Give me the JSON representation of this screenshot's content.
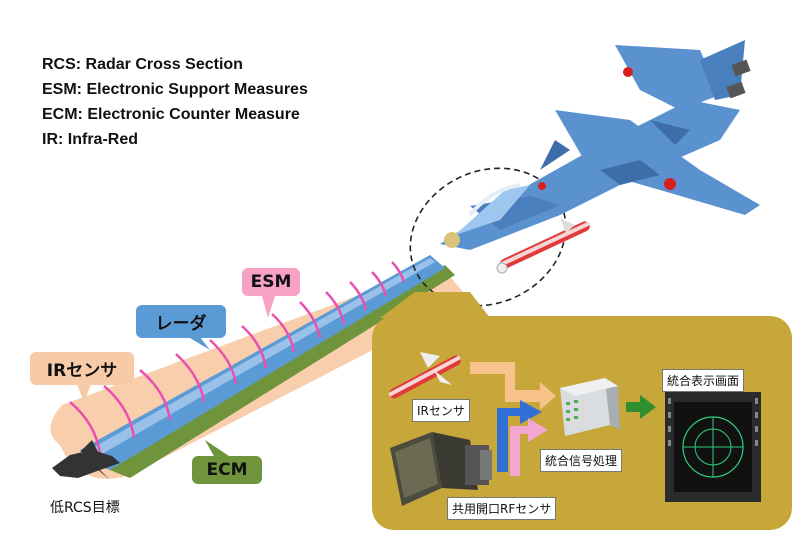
{
  "legend": {
    "rcs": "RCS: Radar Cross Section",
    "esm": "ESM: Electronic Support Measures",
    "ecm": "ECM: Electronic Counter Measure",
    "ir": "IR: Infra-Red"
  },
  "callouts": {
    "esm": "ESM",
    "radar": "レーダ",
    "ir_sensor": "IRセンサ",
    "ecm": "ECM"
  },
  "target_label": "低RCS目標",
  "panel": {
    "ir_sensor": "IRセンサ",
    "signal_processing": "統合信号処理",
    "display": "統合表示画面",
    "rf_sensor": "共用開口RFセンサ"
  },
  "colors": {
    "esm_callout": "#f7a1c4",
    "radar_callout": "#5b9bd5",
    "ir_callout": "#f8cba8",
    "ecm_callout": "#70943c",
    "panel_bg": "#c7a63a",
    "arrow_orange": "#f7c38a",
    "arrow_blue": "#2f6fd6",
    "arrow_pink": "#f3a6cf",
    "arrow_green": "#2f8f2f",
    "jet_blue": "#5a92cf"
  }
}
